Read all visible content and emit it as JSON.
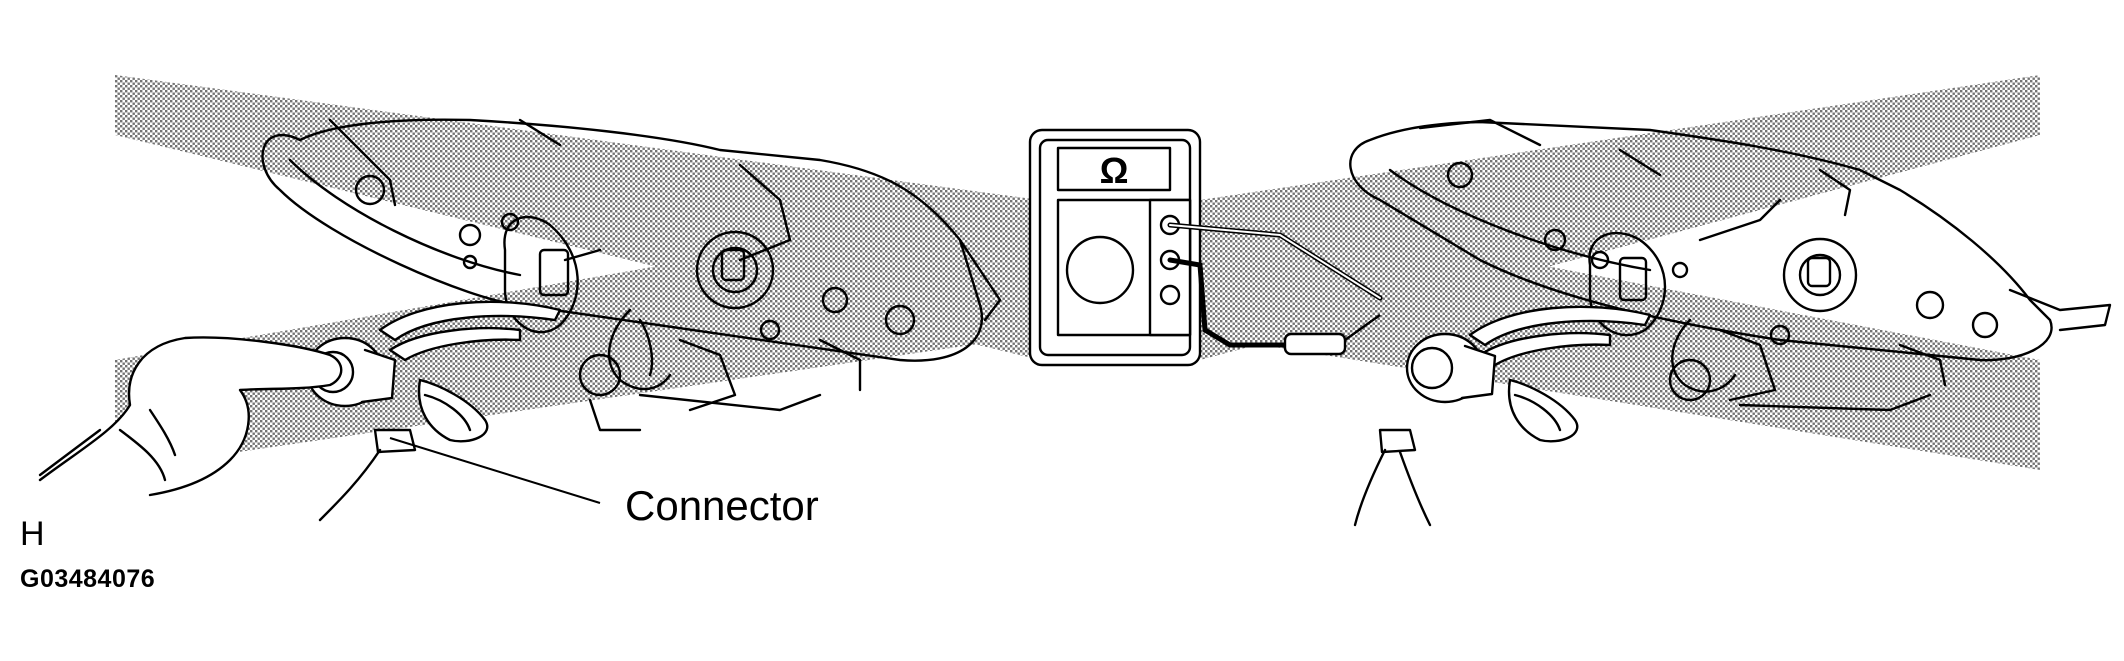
{
  "diagram": {
    "callouts": {
      "connector": "Connector"
    },
    "view_letter": "H",
    "figure_id": "G03484076",
    "meter_symbol": "Ω"
  },
  "colors": {
    "ink": "#000000",
    "paper": "#ffffff",
    "highlight_dot": "#000000"
  },
  "icons": {
    "meter": "ohmmeter-icon",
    "hand": "hand-icon"
  }
}
